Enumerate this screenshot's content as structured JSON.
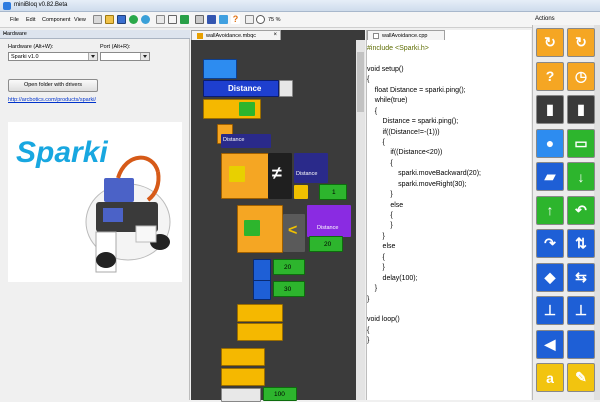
{
  "window": {
    "title": "miniBloq v0.82.Beta"
  },
  "menu": {
    "file": "File",
    "edit": "Edit",
    "component": "Component",
    "view": "View"
  },
  "toolbar": {
    "zoom": "75 %"
  },
  "hardware_panel": {
    "title": "Hardware",
    "close": "×",
    "hardware_label": "Hardware (Alt+W):",
    "hardware_value": "Sparki v1.0",
    "port_label": "Port (Alt+R):",
    "port_value": "",
    "drivers_button": "Open folder with drivers",
    "link": "http://arcbotics.com/products/sparki/",
    "image_logo": "Sparki"
  },
  "editor": {
    "tab_label": "wallAvoidance.mbqc",
    "tab_close": "×",
    "blocks": {
      "distance_label": "Distance",
      "distance_small": "Distance",
      "num_1": "1",
      "num_20a": "20",
      "num_20b": "20",
      "num_30": "30",
      "num_100": "100",
      "not_equal": "≠",
      "less_than": "<"
    }
  },
  "code_editor": {
    "tab_label": "wallAvoidance.cpp",
    "lines": [
      {
        "t": "#include <Sparki.h>",
        "c": "inc"
      },
      {
        "t": "",
        "c": ""
      },
      {
        "t": "void setup()",
        "c": ""
      },
      {
        "t": "{",
        "c": ""
      },
      {
        "t": "    float Distance = sparki.ping();",
        "c": ""
      },
      {
        "t": "    while(true)",
        "c": ""
      },
      {
        "t": "    {",
        "c": ""
      },
      {
        "t": "        Distance = sparki.ping();",
        "c": ""
      },
      {
        "t": "        if((Distance!=-(1)))",
        "c": ""
      },
      {
        "t": "        {",
        "c": ""
      },
      {
        "t": "            if((Distance<20))",
        "c": ""
      },
      {
        "t": "            {",
        "c": ""
      },
      {
        "t": "                sparki.moveBackward(20);",
        "c": ""
      },
      {
        "t": "                sparki.moveRight(30);",
        "c": ""
      },
      {
        "t": "            }",
        "c": ""
      },
      {
        "t": "            else",
        "c": ""
      },
      {
        "t": "            {",
        "c": ""
      },
      {
        "t": "            }",
        "c": ""
      },
      {
        "t": "        }",
        "c": ""
      },
      {
        "t": "        else",
        "c": ""
      },
      {
        "t": "        {",
        "c": ""
      },
      {
        "t": "        }",
        "c": ""
      },
      {
        "t": "        delay(100);",
        "c": ""
      },
      {
        "t": "    }",
        "c": ""
      },
      {
        "t": "}",
        "c": ""
      },
      {
        "t": "",
        "c": ""
      },
      {
        "t": "void loop()",
        "c": ""
      },
      {
        "t": "{",
        "c": ""
      },
      {
        "t": "}",
        "c": ""
      }
    ]
  },
  "actions": {
    "title": "Actions"
  },
  "colors": {
    "orange": "#f5a623",
    "green": "#2db52d",
    "blue": "#1e5fd6",
    "yellow": "#f2c40f",
    "purple": "#8a2be2",
    "dark": "#3b3b3b"
  }
}
